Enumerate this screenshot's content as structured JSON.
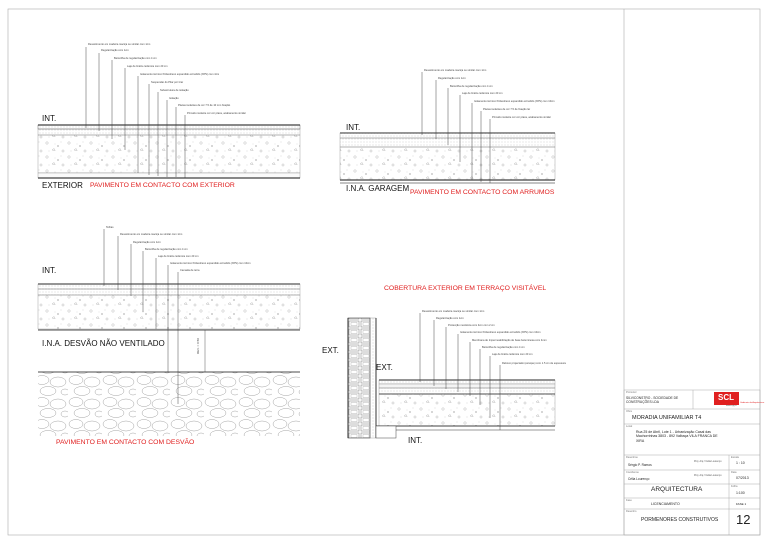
{
  "details": {
    "d1": {
      "int": "INT.",
      "ext": "EXTERIOR",
      "title": "PAVIMENTO EM CONTACTO COM  EXTERIOR",
      "notes": [
        "Revestimento em madeira maciça ou similar com 1cm",
        "Regularização com 1cm",
        "Betonilha de regularização com 4 cm",
        "Laje de lintéis cerâmica com 20 cm",
        "Isolamento térmico Poliestireno expandido extrudido (XPS) com 4cm",
        "Suspensão do Pilar por tirar",
        "Subestrutura de isolação",
        "Isolação",
        "Placas isolantes de cor 7.5 de 10 mm fixação",
        "Primário isolante cor cor placa, acabamento similar"
      ]
    },
    "d2": {
      "int": "INT.",
      "ext": "I.N.A.   GARAGEM",
      "title": "PAVIMENTO EM CONTACTO COM ARRUMOS",
      "notes": [
        "Revestimento em madeira maciça ou similar com 1cm",
        "Regularização com 1cm",
        "Betonilha de regularização com 4 cm",
        "Laje de lintéis cerâmica com 20 cm",
        "Isolamento térmico Poliestireno expandido extrudido (XPS) com 10cm",
        "Placas isolantes de cor 7.5 de fixação lar",
        "Primário isolante cor cor placa, acabamento similar"
      ]
    },
    "d3": {
      "int": "INT.",
      "ext": "I.N.A.   DESVÃO NÃO VENTILADO",
      "title": "PAVIMENTO EM CONTACTO COM DESVÃO",
      "notes": [
        "Telhas",
        "Revestimento em madeira maciça ou similar com 1cm",
        "Regularização com 1cm",
        "Betonilha de regularização com 4 cm",
        "Laje de lintéis cerâmica com 20 cm",
        "Isolamento térmico Poliestireno expandido extrudido (XPS) com 10cm",
        "Camada de terra"
      ],
      "dim": "REV. = 0.50"
    },
    "d4": {
      "title": "COBERTURA EXTERIOR EM TERRAÇO VISITÁVEL",
      "ext_left": "EXT.",
      "ext": "EXT.",
      "int": "INT.",
      "notes": [
        "Revestimento em madeira maciça ou similar com 1cm",
        "Regularização com 1cm",
        "Protecção mecânica com 4cm com 2 cm",
        "Isolamento térmico Poliestireno expandido extrudido (XPS) com 10cm",
        "Membrana de Impermeabilização de base betuminosa com 4mm",
        "Betonilha de regularização com 4 cm",
        "Laje de lintéis cerâmica com 20 cm",
        "Reboco projectado (estuque) com 1.5 cm de espessura"
      ]
    }
  },
  "title_block": {
    "promotor_label": "Promotor",
    "promotor": "SILVICONSTRO - SOCIEDADE DE CONSTRUÇÕES LDA",
    "brand": "SCL",
    "brand_sub": "Gabinete de Arquitectura",
    "brand_url": "www.cgl.pt",
    "obra_label": "Obra",
    "obra": "MORADIA UNIFAMILIAR T4",
    "local_label": "Local",
    "local": "Rua 25 de Abril, Lote 1 - Urbanização Casal das Machorrinhas 3803 - 892 Valbaça VILA FRANCA DE XIRA",
    "desenhou_label": "Desenhou",
    "desenhou": "Sérgio P. Ramos",
    "escala_label": "Escala",
    "escala_val": "1 : 10",
    "data_label": "Data",
    "data_val": "07/2013",
    "coordenou_label": "Coordenou",
    "coordenou": "Célia Lourenço",
    "small_note_1": "Proj. Arq.ª Célia Lourenço",
    "small_note_2": "Proj. Arq.ª Célia Lourenço",
    "especialidade": "ARQUITECTURA",
    "fase_label": "Fase",
    "fase": "LICENCIAMENTO",
    "folha_label": "Folha",
    "formato": "1:100",
    "tipo": "FASE 1",
    "desenho_label": "Desenho",
    "desenho": "PORMENORES CONSTRUTIVOS",
    "sheet_number": "12"
  }
}
